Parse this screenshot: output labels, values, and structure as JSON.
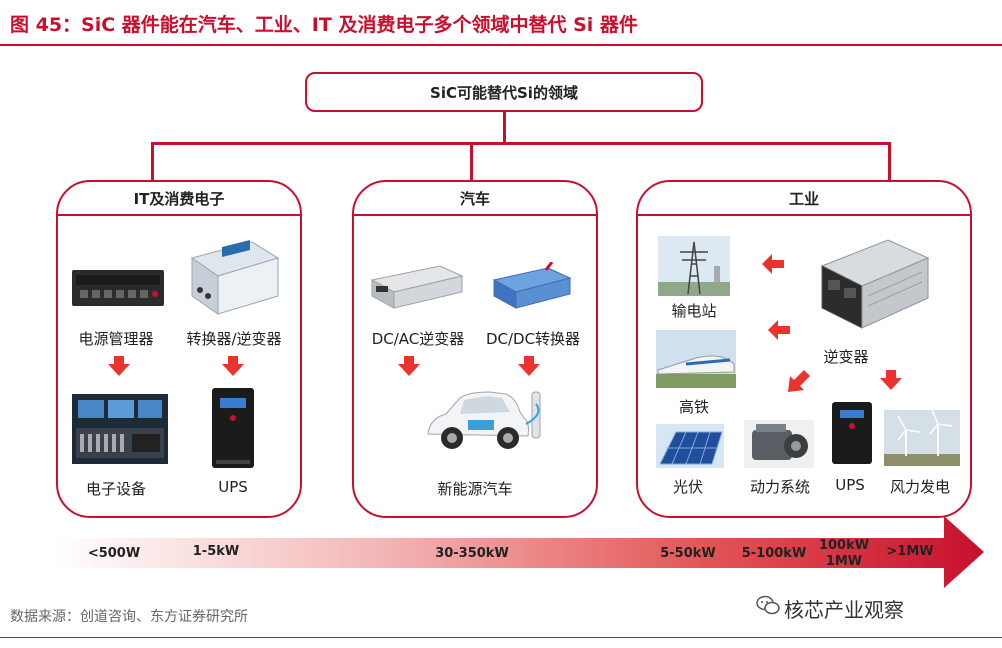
{
  "figure_title": "图 45：SiC 器件能在汽车、工业、IT 及消费电子多个领域中替代 Si 器件",
  "root_label": "SiC可能替代Si的领域",
  "panels": {
    "it": {
      "title": "IT及消费电子",
      "items": [
        "电源管理器",
        "转换器/逆变器",
        "电子设备",
        "UPS"
      ]
    },
    "auto": {
      "title": "汽车",
      "items": [
        "DC/AC逆变器",
        "DC/DC转换器",
        "新能源汽车"
      ]
    },
    "industry": {
      "title": "工业",
      "items": [
        "输电站",
        "逆变器",
        "高铁",
        "光伏",
        "动力系统",
        "UPS",
        "风力发电"
      ]
    }
  },
  "power_scale": [
    "<500W",
    "1-5kW",
    "30-350kW",
    "5-50kW",
    "5-100kW",
    "100kW\n1MW",
    ">1MW"
  ],
  "source": "数据来源：创道咨询、东方证券研究所",
  "watermark": "核芯产业观察",
  "colors": {
    "accent": "#c8102e"
  },
  "icons": [
    "wechat-icon",
    "arrow-down-icon",
    "arrow-left-icon"
  ]
}
